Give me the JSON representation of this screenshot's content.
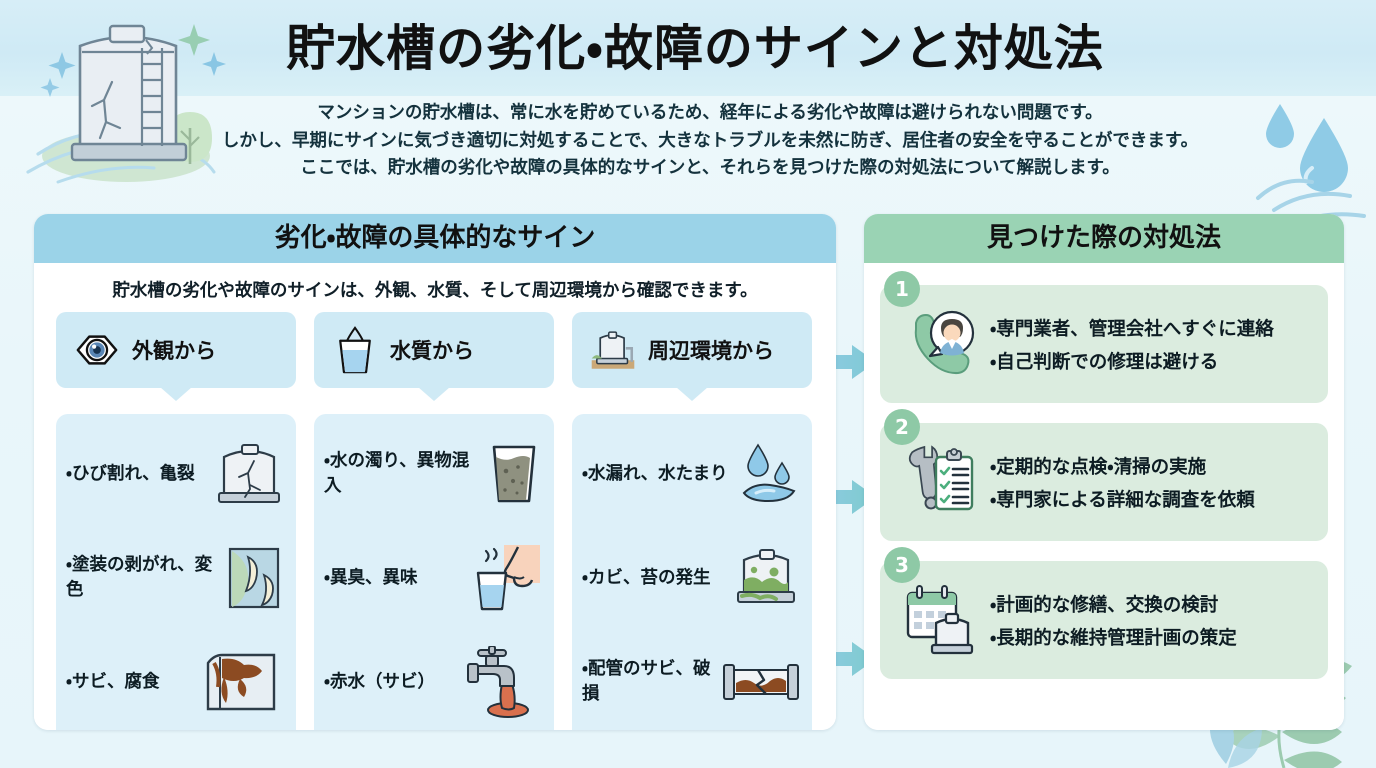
{
  "page": {
    "title": "貯水槽の劣化・故障のサインと対処法",
    "intro": [
      "マンションの貯水槽は、常に水を貯めているため、経年による劣化や故障は避けられない問題です。",
      "しかし、早期にサインに気づき適切に対処することで、大きなトラブルを未然に防ぎ、居住者の安全を守ることができます。",
      "ここでは、貯水槽の劣化や故障の具体的なサインと、それらを見つけた際の対処法について解説します。"
    ]
  },
  "colors": {
    "page_bg": "#eaf6fa",
    "header_bg": "#d4ecf6",
    "signs_header": "#9bd3e8",
    "signs_col_head": "#cfeaf5",
    "signs_col_card": "#ddf0f9",
    "actions_header": "#9ad3b4",
    "actions_step_card": "#dbecdf",
    "badge": "#8ec9a6",
    "arrow": "#84cada",
    "text": "#0d1c23"
  },
  "signs_panel": {
    "header": "劣化・故障の具体的なサイン",
    "lead": "貯水槽の劣化や故障のサインは、外観、水質、そして周辺環境から確認できます。",
    "columns": [
      {
        "label": "外観から",
        "icon": "eye-icon",
        "items": [
          {
            "text": "・ひび割れ、亀裂",
            "icon": "cracked-tank-icon"
          },
          {
            "text": "・塗装の剥がれ、変色",
            "icon": "peeling-paint-icon"
          },
          {
            "text": "・サビ、腐食",
            "icon": "rust-corrosion-icon"
          }
        ]
      },
      {
        "label": "水質から",
        "icon": "water-glass-icon",
        "items": [
          {
            "text": "・水の濁り、異物混入",
            "icon": "murky-water-glass-icon"
          },
          {
            "text": "・異臭、異味",
            "icon": "nose-smell-icon"
          },
          {
            "text": "・赤水（サビ）",
            "icon": "rusty-faucet-icon"
          }
        ]
      },
      {
        "label": "周辺環境から",
        "icon": "water-tank-icon",
        "items": [
          {
            "text": "・水漏れ、水たまり",
            "icon": "leak-puddle-icon"
          },
          {
            "text": "・カビ、苔の発生",
            "icon": "mossy-tank-icon"
          },
          {
            "text": "・配管のサビ、破損",
            "icon": "broken-pipe-icon"
          }
        ]
      }
    ]
  },
  "actions_panel": {
    "header": "見つけた際の対処法",
    "steps": [
      {
        "number": "1",
        "icon": "phone-support-icon",
        "lines": [
          "・専門業者、管理会社へすぐに連絡",
          "・自己判断での修理は避ける"
        ]
      },
      {
        "number": "2",
        "icon": "wrench-checklist-icon",
        "lines": [
          "・定期的な点検・清掃の実施",
          "・専門家による詳細な調査を依頼"
        ]
      },
      {
        "number": "3",
        "icon": "calendar-tank-icon",
        "lines": [
          "・計画的な修繕、交換の検討",
          "・長期的な維持管理計画の策定"
        ]
      }
    ]
  }
}
